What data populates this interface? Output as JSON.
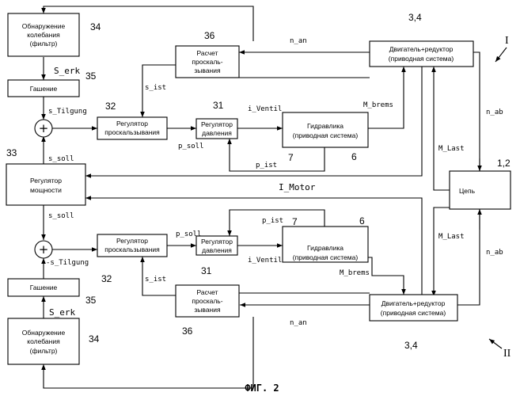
{
  "figure": {
    "caption": "ФИГ. 2",
    "system_I": "I",
    "system_II": "II"
  },
  "blocks": {
    "osc_top": [
      "Обнаружение",
      "колебания",
      "(фильтр)"
    ],
    "damp_top": "Гашение",
    "calc_top": [
      "Расчет",
      "проскаль-",
      "зывания"
    ],
    "motor_top": [
      "Двигатель+редуктор",
      "(приводная система)"
    ],
    "slipreg_top": [
      "Регулятор",
      "проскальзывания"
    ],
    "pressreg_top": [
      "Регулятор",
      "давления"
    ],
    "hydr_top": [
      "Гидравлика",
      "(приводная система)"
    ],
    "power": [
      "Регулятор",
      "мощности"
    ],
    "chain": "Цепь",
    "hydr_bot": [
      "Гидравлика",
      "(приводная система)"
    ],
    "slipreg_bot": [
      "Регулятор",
      "проскальзывания"
    ],
    "pressreg_bot": [
      "Регулятор",
      "давления"
    ],
    "damp_bot": "Гашение",
    "calc_bot": [
      "Расчет",
      "проскаль-",
      "зывания"
    ],
    "motor_bot": [
      "Двигатель+редуктор",
      "(приводная система)"
    ],
    "osc_bot": [
      "Обнаружение",
      "колебания",
      "(фильтр)"
    ]
  },
  "numbers": {
    "n34_top": "34",
    "n35_top": "35",
    "n36_top": "36",
    "n34m_top": "3,4",
    "n32_top": "32",
    "n31_top": "31",
    "n7_top": "7",
    "n6_top": "6",
    "n33": "33",
    "n12": "1,2",
    "n7_bot": "7",
    "n6_bot": "6",
    "n32_bot": "32",
    "n31_bot": "31",
    "n35_bot": "35",
    "n36_bot": "36",
    "n34m_bot": "3,4",
    "n34_bot": "34"
  },
  "signals": {
    "s_erk_top": "S_erk",
    "s_tilgung_top": "s_Tilgung",
    "s_ist_top": "s_ist",
    "p_soll_top": "p_soll",
    "i_ventil_top": "i_Ventil",
    "m_brems_top": "M_brems",
    "p_ist_top": "p_ist",
    "n_an_top": "n_an",
    "n_ab_top": "n_ab",
    "m_last_top": "M_Last",
    "s_soll_top": "s_soll",
    "i_motor": "I_Motor",
    "s_soll_bot": "s_soll",
    "p_ist_bot": "p_ist",
    "p_soll_bot": "p_soll",
    "m_last_bot": "M_Last",
    "s_tilgung_bot": "-s_Tilgung",
    "n_ab_bot": "n_ab",
    "s_ist_bot": "s_ist",
    "i_ventil_bot": "i_Ventil",
    "m_brems_bot": "M_brems",
    "s_erk_bot": "S_erk",
    "n_an_bot": "n_an"
  },
  "sum_symbol": "+"
}
